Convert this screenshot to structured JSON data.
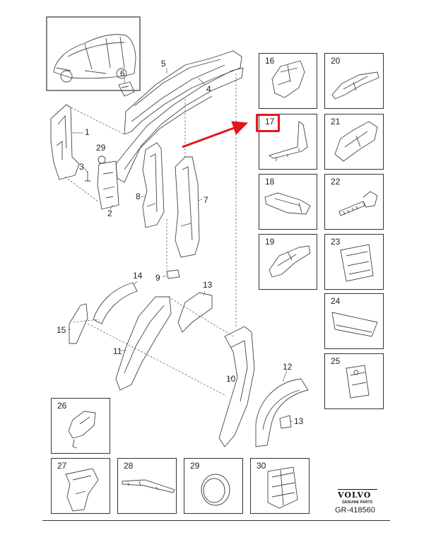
{
  "diagram": {
    "part_labels": [
      "1",
      "2",
      "3",
      "4",
      "5",
      "6",
      "7",
      "8",
      "9",
      "10",
      "11",
      "12",
      "13",
      "13",
      "14",
      "15",
      "29"
    ],
    "boxes": [
      "16",
      "17",
      "18",
      "19",
      "20",
      "21",
      "22",
      "23",
      "24",
      "25",
      "26",
      "27",
      "28",
      "29",
      "30"
    ],
    "highlighted_part": "17",
    "accent_color": "#e5141b"
  },
  "footer": {
    "brand": "VOLVO",
    "brand_sub": "GENUINE PARTS",
    "code": "GR-418560"
  }
}
